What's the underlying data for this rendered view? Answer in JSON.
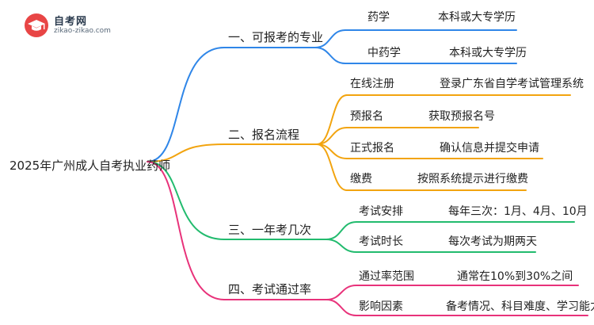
{
  "logo": {
    "title": "自考网",
    "url": "zikao-zikao.com"
  },
  "root": "2025年广州成人自考执业药师",
  "branches": [
    {
      "label": "一、可报考的专业",
      "color": "#2f86e8",
      "items": [
        {
          "name": "药学",
          "desc": "本科或大专学历"
        },
        {
          "name": "中药学",
          "desc": "本科或大专学历"
        }
      ]
    },
    {
      "label": "二、报名流程",
      "color": "#f2a40f",
      "items": [
        {
          "name": "在线注册",
          "desc": "登录广东省自学考试管理系统"
        },
        {
          "name": "预报名",
          "desc": "获取预报名号"
        },
        {
          "name": "正式报名",
          "desc": "确认信息并提交申请"
        },
        {
          "name": "缴费",
          "desc": "按照系统提示进行缴费"
        }
      ]
    },
    {
      "label": "三、一年考几次",
      "color": "#22bb6e",
      "items": [
        {
          "name": "考试安排",
          "desc": "每年三次：1月、4月、10月"
        },
        {
          "name": "考试时长",
          "desc": "每次考试为期两天"
        }
      ]
    },
    {
      "label": "四、考试通过率",
      "color": "#e8327a",
      "items": [
        {
          "name": "通过率范围",
          "desc": "通常在10%到30%之间"
        },
        {
          "name": "影响因素",
          "desc": "备考情况、科目难度、学习能力"
        }
      ]
    }
  ]
}
